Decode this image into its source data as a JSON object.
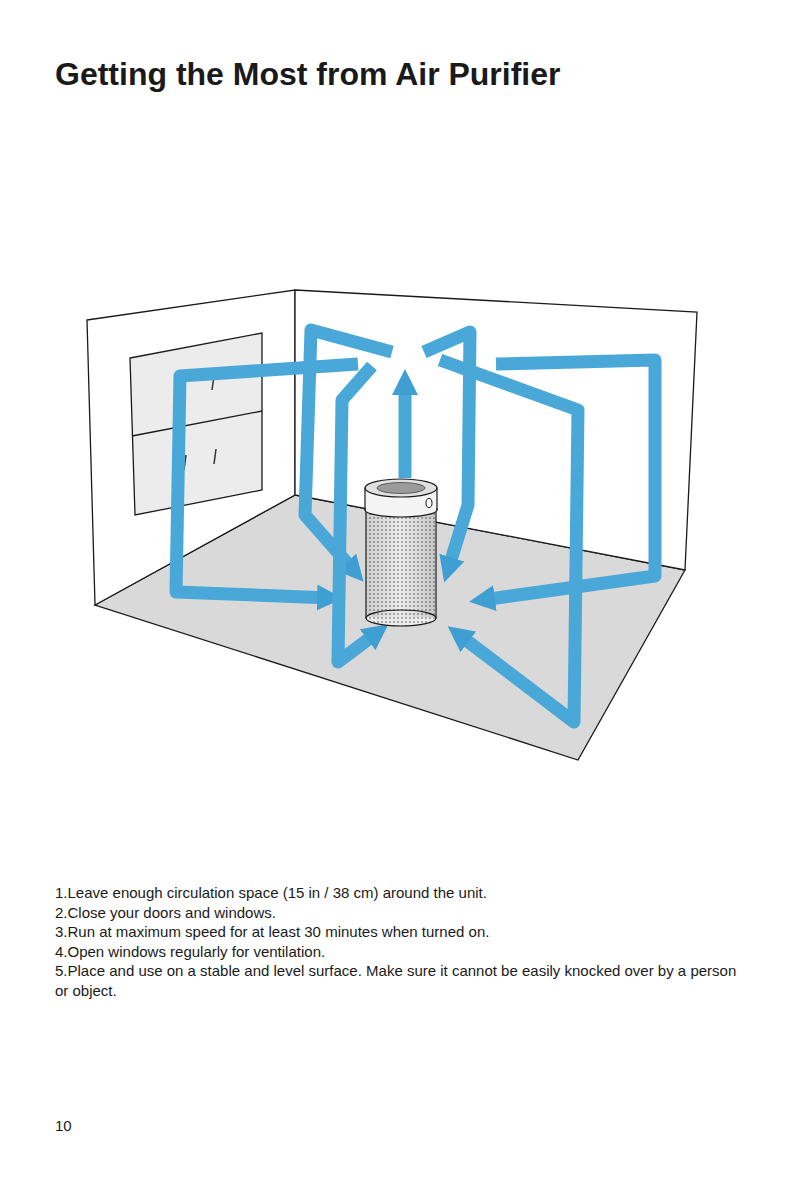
{
  "diagram": {
    "title": "Getting the Most from Air Purifier",
    "labels": [
      "1.Leave enough circulation space (15 in / 38 cm) around the unit.",
      "2.Close your doors and windows.",
      "3.Run at maximum speed for at least 30 minutes when turned on.",
      "4.Open windows regularly for ventilation.",
      "5.Place and use on a stable and level surface. Make sure it cannot be easily knocked over by a person or object.",
      "10"
    ]
  }
}
